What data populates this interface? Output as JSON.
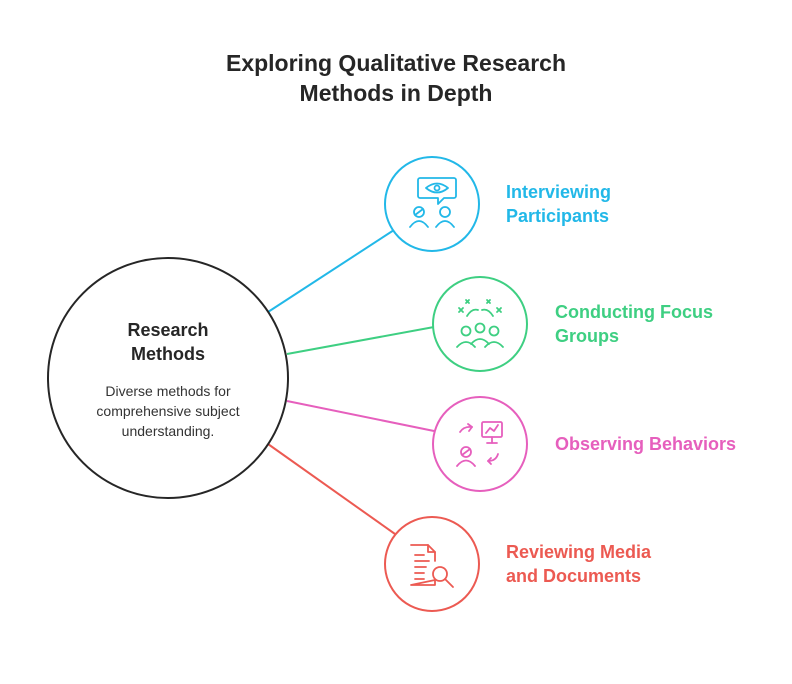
{
  "title": {
    "line1": "Exploring Qualitative Research",
    "line2": "Methods in Depth"
  },
  "center": {
    "title_line1": "Research",
    "title_line2": "Methods",
    "desc_line1": "Diverse methods for",
    "desc_line2": "comprehensive subject",
    "desc_line3": "understanding."
  },
  "branches": [
    {
      "line1": "Interviewing",
      "line2": "Participants",
      "color": "#22b8e8",
      "icon": "interview-icon"
    },
    {
      "line1": "Conducting Focus",
      "line2": "Groups",
      "color": "#3ecf82",
      "icon": "focus-group-icon"
    },
    {
      "line1": "Observing Behaviors",
      "color": "#e65fbd",
      "icon": "observation-icon"
    },
    {
      "line1": "Reviewing Media",
      "line2": "and Documents",
      "color": "#ec5a52",
      "icon": "document-search-icon"
    }
  ],
  "center_circle_color": "#262626"
}
